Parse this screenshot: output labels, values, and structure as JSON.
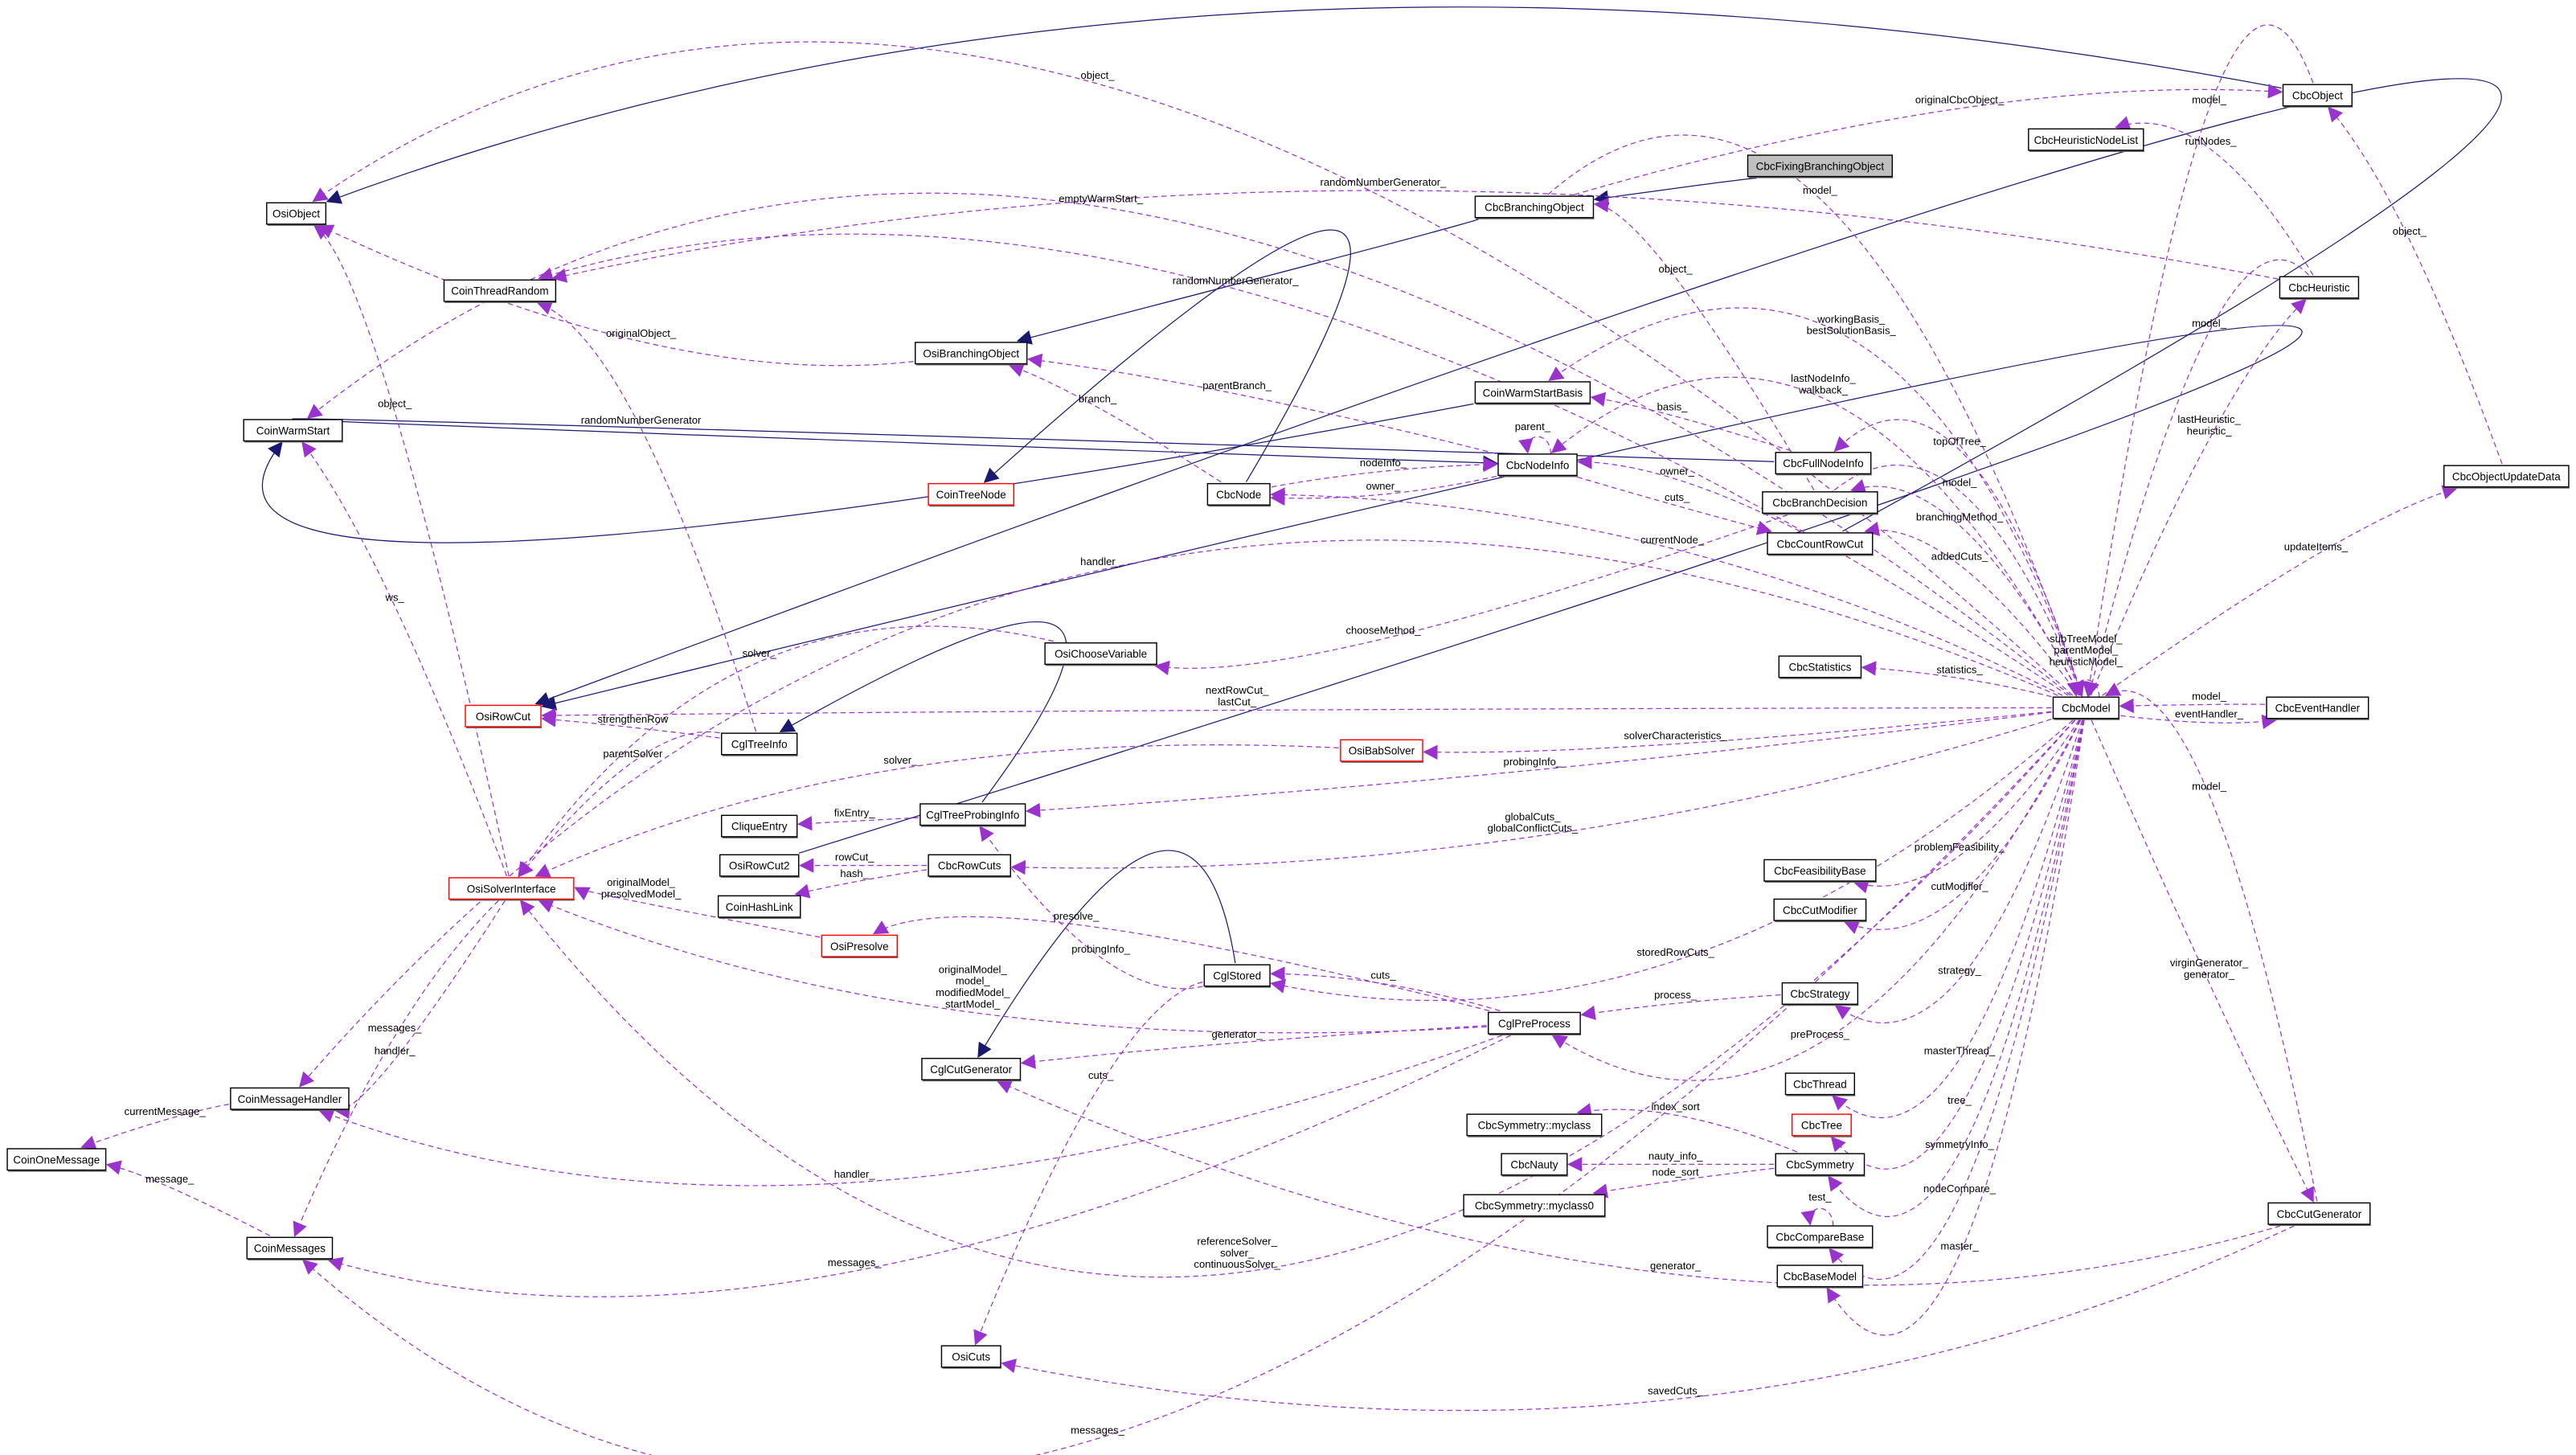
{
  "title": "CbcFixingBranchingObject collaboration diagram",
  "colors": {
    "usage_edge": "#9a32cd",
    "inheritance_edge": "#191970",
    "current_class_fill": "#bfbfbf",
    "incomplete_class_border": "#ff0000"
  },
  "nodes": [
    {
      "id": "OsiObject",
      "label": "OsiObject"
    },
    {
      "id": "CoinThreadRandom",
      "label": "CoinThreadRandom"
    },
    {
      "id": "CoinWarmStart",
      "label": "CoinWarmStart"
    },
    {
      "id": "OsiRowCut",
      "label": "OsiRowCut",
      "incomplete": true
    },
    {
      "id": "OsiSolverInterface",
      "label": "OsiSolverInterface",
      "incomplete": true
    },
    {
      "id": "CoinMessageHandler",
      "label": "CoinMessageHandler"
    },
    {
      "id": "CoinOneMessage",
      "label": "CoinOneMessage"
    },
    {
      "id": "CoinMessages",
      "label": "CoinMessages"
    },
    {
      "id": "OsiBranchingObject",
      "label": "OsiBranchingObject"
    },
    {
      "id": "CbcBranchingObject",
      "label": "CbcBranchingObject"
    },
    {
      "id": "CbcFixingBranchingObject",
      "label": "CbcFixingBranchingObject",
      "current": true
    },
    {
      "id": "CbcObject",
      "label": "CbcObject"
    },
    {
      "id": "CbcHeuristicNodeList",
      "label": "CbcHeuristicNodeList"
    },
    {
      "id": "CbcHeuristic",
      "label": "CbcHeuristic"
    },
    {
      "id": "CbcObjectUpdateData",
      "label": "CbcObjectUpdateData"
    },
    {
      "id": "CoinWarmStartBasis",
      "label": "CoinWarmStartBasis"
    },
    {
      "id": "CbcNodeInfo",
      "label": "CbcNodeInfo"
    },
    {
      "id": "CbcFullNodeInfo",
      "label": "CbcFullNodeInfo"
    },
    {
      "id": "CbcBranchDecision",
      "label": "CbcBranchDecision"
    },
    {
      "id": "CbcCountRowCut",
      "label": "CbcCountRowCut"
    },
    {
      "id": "CoinTreeNode",
      "label": "CoinTreeNode",
      "incomplete": true
    },
    {
      "id": "CbcNode",
      "label": "CbcNode"
    },
    {
      "id": "OsiChooseVariable",
      "label": "OsiChooseVariable"
    },
    {
      "id": "CbcStatistics",
      "label": "CbcStatistics"
    },
    {
      "id": "CbcModel",
      "label": "CbcModel"
    },
    {
      "id": "CbcEventHandler",
      "label": "CbcEventHandler"
    },
    {
      "id": "OsiBabSolver",
      "label": "OsiBabSolver",
      "incomplete": true
    },
    {
      "id": "CglTreeInfo",
      "label": "CglTreeInfo"
    },
    {
      "id": "CglTreeProbingInfo",
      "label": "CglTreeProbingInfo"
    },
    {
      "id": "CliqueEntry",
      "label": "CliqueEntry"
    },
    {
      "id": "OsiRowCut2",
      "label": "OsiRowCut2"
    },
    {
      "id": "CbcRowCuts",
      "label": "CbcRowCuts"
    },
    {
      "id": "CoinHashLink",
      "label": "CoinHashLink"
    },
    {
      "id": "OsiPresolve",
      "label": "OsiPresolve",
      "incomplete": true
    },
    {
      "id": "CbcFeasibilityBase",
      "label": "CbcFeasibilityBase"
    },
    {
      "id": "CbcCutModifier",
      "label": "CbcCutModifier"
    },
    {
      "id": "CglStored",
      "label": "CglStored"
    },
    {
      "id": "CbcStrategy",
      "label": "CbcStrategy"
    },
    {
      "id": "CglPreProcess",
      "label": "CglPreProcess"
    },
    {
      "id": "CglCutGenerator",
      "label": "CglCutGenerator"
    },
    {
      "id": "CbcThread",
      "label": "CbcThread"
    },
    {
      "id": "CbcTree",
      "label": "CbcTree",
      "incomplete": true
    },
    {
      "id": "CbcSymmetryMyclass",
      "label": "CbcSymmetry::myclass"
    },
    {
      "id": "CbcNauty",
      "label": "CbcNauty"
    },
    {
      "id": "CbcSymmetry",
      "label": "CbcSymmetry"
    },
    {
      "id": "CbcSymmetryMyclass0",
      "label": "CbcSymmetry::myclass0"
    },
    {
      "id": "CbcCompareBase",
      "label": "CbcCompareBase"
    },
    {
      "id": "CbcBaseModel",
      "label": "CbcBaseModel"
    },
    {
      "id": "CbcCutGenerator",
      "label": "CbcCutGenerator"
    },
    {
      "id": "OsiCuts",
      "label": "OsiCuts"
    }
  ],
  "edges": [
    {
      "from": "CbcObject",
      "to": "OsiObject",
      "kind": "inheritance",
      "label": []
    },
    {
      "from": "CbcFixingBranchingObject",
      "to": "CbcBranchingObject",
      "kind": "inheritance",
      "label": []
    },
    {
      "from": "CbcBranchingObject",
      "to": "OsiBranchingObject",
      "kind": "inheritance",
      "label": []
    },
    {
      "from": "CoinWarmStartBasis",
      "to": "CoinWarmStart",
      "kind": "inheritance",
      "label": []
    },
    {
      "from": "CbcFullNodeInfo",
      "to": "CbcNodeInfo",
      "kind": "inheritance",
      "label": []
    },
    {
      "from": "CbcNode",
      "to": "CoinTreeNode",
      "kind": "inheritance",
      "label": []
    },
    {
      "from": "CbcCountRowCut",
      "to": "OsiRowCut",
      "kind": "inheritance",
      "label": []
    },
    {
      "from": "OsiRowCut2",
      "to": "OsiRowCut",
      "kind": "inheritance",
      "label": []
    },
    {
      "from": "CglTreeProbingInfo",
      "to": "CglTreeInfo",
      "kind": "inheritance",
      "label": []
    },
    {
      "from": "CglStored",
      "to": "CglCutGenerator",
      "kind": "inheritance",
      "label": []
    },
    {
      "from": "CbcModel",
      "to": "OsiObject",
      "kind": "usage",
      "label": [
        "object_"
      ]
    },
    {
      "from": "CbcBranchingObject",
      "to": "CbcObject",
      "kind": "usage",
      "label": [
        "originalCbcObject_"
      ]
    },
    {
      "from": "CbcObject",
      "to": "CbcModel",
      "kind": "usage",
      "label": [
        "model_"
      ]
    },
    {
      "from": "CbcHeuristic",
      "to": "CoinThreadRandom",
      "kind": "usage",
      "label": [
        "randomNumberGenerator_"
      ]
    },
    {
      "from": "CbcModel",
      "to": "CoinWarmStart",
      "kind": "usage",
      "label": [
        "emptyWarmStart_"
      ]
    },
    {
      "from": "CbcBranchingObject",
      "to": "CbcModel",
      "kind": "usage",
      "label": [
        "model_"
      ]
    },
    {
      "from": "CbcHeuristic",
      "to": "CbcHeuristicNodeList",
      "kind": "usage",
      "label": [
        "runNodes_"
      ]
    },
    {
      "from": "CbcBranchDecision",
      "to": "CbcBranchingObject",
      "kind": "usage",
      "label": [
        "object_"
      ]
    },
    {
      "from": "CbcModel",
      "to": "CoinThreadRandom",
      "kind": "usage",
      "label": [
        "randomNumberGenerator_"
      ]
    },
    {
      "from": "CbcHeuristic",
      "to": "CbcModel",
      "kind": "usage",
      "label": [
        "model_"
      ]
    },
    {
      "from": "OsiBranchingObject",
      "to": "OsiObject",
      "kind": "usage",
      "label": [
        "originalObject_"
      ]
    },
    {
      "from": "CbcModel",
      "to": "CoinWarmStartBasis",
      "kind": "usage",
      "label": [
        "workingBasis_",
        "bestSolutionBasis_"
      ]
    },
    {
      "from": "CbcModel",
      "to": "CbcNodeInfo",
      "kind": "usage",
      "label": [
        "lastNodeInfo_",
        "walkback_"
      ]
    },
    {
      "from": "CbcFullNodeInfo",
      "to": "CoinWarmStartBasis",
      "kind": "usage",
      "label": [
        "basis_"
      ]
    },
    {
      "from": "CbcNodeInfo",
      "to": "CbcNodeInfo",
      "kind": "usage",
      "label": [
        "parent_"
      ]
    },
    {
      "from": "CbcNodeInfo",
      "to": "OsiBranchingObject",
      "kind": "usage",
      "label": [
        "parentBranch_"
      ]
    },
    {
      "from": "CbcNode",
      "to": "OsiBranchingObject",
      "kind": "usage",
      "label": [
        "branch_"
      ]
    },
    {
      "from": "CbcModel",
      "to": "CbcFullNodeInfo",
      "kind": "usage",
      "label": [
        "topOfTree_"
      ]
    },
    {
      "from": "CbcModel",
      "to": "CbcHeuristic",
      "kind": "usage",
      "label": [
        "lastHeuristic_",
        "heuristic_"
      ]
    },
    {
      "from": "CbcNode",
      "to": "CbcNodeInfo",
      "kind": "usage",
      "label": [
        "nodeInfo_"
      ]
    },
    {
      "from": "CbcNodeInfo",
      "to": "CbcNode",
      "kind": "usage",
      "label": [
        "owner_"
      ]
    },
    {
      "from": "CbcCountRowCut",
      "to": "CbcNodeInfo",
      "kind": "usage",
      "label": [
        "owner_"
      ]
    },
    {
      "from": "CbcNodeInfo",
      "to": "CbcCountRowCut",
      "kind": "usage",
      "label": [
        "cuts_"
      ]
    },
    {
      "from": "CbcBranchDecision",
      "to": "CbcModel",
      "kind": "usage",
      "label": [
        "model_"
      ]
    },
    {
      "from": "CbcModel",
      "to": "CbcBranchDecision",
      "kind": "usage",
      "label": [
        "branchingMethod_"
      ]
    },
    {
      "from": "CbcModel",
      "to": "CbcNode",
      "kind": "usage",
      "label": [
        "currentNode_"
      ]
    },
    {
      "from": "CbcModel",
      "to": "CbcCountRowCut",
      "kind": "usage",
      "label": [
        "addedCuts_"
      ]
    },
    {
      "from": "CbcModel",
      "to": "CbcObjectUpdateData",
      "kind": "usage",
      "label": [
        "updateItems_"
      ]
    },
    {
      "from": "CbcModel",
      "to": "CoinMessageHandler",
      "kind": "usage",
      "label": [
        "handler_"
      ]
    },
    {
      "from": "CbcBranchDecision",
      "to": "OsiChooseVariable",
      "kind": "usage",
      "label": [
        "chooseMethod_"
      ]
    },
    {
      "from": "OsiChooseVariable",
      "to": "OsiSolverInterface",
      "kind": "usage",
      "label": [
        "solver_"
      ]
    },
    {
      "from": "CbcModel",
      "to": "CbcModel",
      "kind": "usage",
      "label": [
        "subTreeModel_",
        "parentModel_",
        "heuristicModel_"
      ]
    },
    {
      "from": "CbcModel",
      "to": "CbcStatistics",
      "kind": "usage",
      "label": [
        "statistics_"
      ]
    },
    {
      "from": "CbcEventHandler",
      "to": "CbcModel",
      "kind": "usage",
      "label": [
        "model_"
      ]
    },
    {
      "from": "CbcModel",
      "to": "CbcEventHandler",
      "kind": "usage",
      "label": [
        "eventHandler_"
      ]
    },
    {
      "from": "CbcModel",
      "to": "OsiRowCut",
      "kind": "usage",
      "label": [
        "nextRowCut_",
        "lastCut_"
      ]
    },
    {
      "from": "CglTreeInfo",
      "to": "OsiRowCut",
      "kind": "usage",
      "label": [
        "strengthenRow"
      ]
    },
    {
      "from": "CbcModel",
      "to": "OsiBabSolver",
      "kind": "usage",
      "label": [
        "solverCharacteristics_"
      ]
    },
    {
      "from": "OsiBabSolver",
      "to": "OsiSolverInterface",
      "kind": "usage",
      "label": [
        "solver_"
      ]
    },
    {
      "from": "CglTreeInfo",
      "to": "OsiSolverInterface",
      "kind": "usage",
      "label": [
        "parentSolver"
      ]
    },
    {
      "from": "CglTreeInfo",
      "to": "CoinThreadRandom",
      "kind": "usage",
      "label": [
        "randomNumberGenerator"
      ]
    },
    {
      "from": "CbcModel",
      "to": "CglTreeProbingInfo",
      "kind": "usage",
      "label": [
        "probingInfo_"
      ]
    },
    {
      "from": "CglTreeProbingInfo",
      "to": "CliqueEntry",
      "kind": "usage",
      "label": [
        "fixEntry_"
      ]
    },
    {
      "from": "CbcModel",
      "to": "CbcRowCuts",
      "kind": "usage",
      "label": [
        "globalCuts_",
        "globalConflictCuts_"
      ]
    },
    {
      "from": "CbcRowCuts",
      "to": "OsiRowCut2",
      "kind": "usage",
      "label": [
        "rowCut_"
      ]
    },
    {
      "from": "CbcRowCuts",
      "to": "CoinHashLink",
      "kind": "usage",
      "label": [
        "hash_"
      ]
    },
    {
      "from": "OsiPresolve",
      "to": "OsiSolverInterface",
      "kind": "usage",
      "label": [
        "originalModel_",
        "presolvedModel_"
      ]
    },
    {
      "from": "CbcModel",
      "to": "CbcFeasibilityBase",
      "kind": "usage",
      "label": [
        "problemFeasibility_"
      ]
    },
    {
      "from": "CbcModel",
      "to": "CbcCutModifier",
      "kind": "usage",
      "label": [
        "cutModifier_"
      ]
    },
    {
      "from": "CglPreProcess",
      "to": "OsiPresolve",
      "kind": "usage",
      "label": [
        "presolve_"
      ]
    },
    {
      "from": "CglStored",
      "to": "CglTreeProbingInfo",
      "kind": "usage",
      "label": [
        "probingInfo_"
      ]
    },
    {
      "from": "CbcModel",
      "to": "CglStored",
      "kind": "usage",
      "label": [
        "storedRowCuts_"
      ]
    },
    {
      "from": "CglPreProcess",
      "to": "CglStored",
      "kind": "usage",
      "label": [
        "cuts_"
      ]
    },
    {
      "from": "CglPreProcess",
      "to": "OsiSolverInterface",
      "kind": "usage",
      "label": [
        "originalModel_",
        "model_",
        "modifiedModel_",
        "startModel_"
      ]
    },
    {
      "from": "CbcStrategy",
      "to": "CglPreProcess",
      "kind": "usage",
      "label": [
        "process_"
      ]
    },
    {
      "from": "CbcModel",
      "to": "CbcStrategy",
      "kind": "usage",
      "label": [
        "strategy_"
      ]
    },
    {
      "from": "CglPreProcess",
      "to": "CglCutGenerator",
      "kind": "usage",
      "label": [
        "generator_"
      ]
    },
    {
      "from": "CbcModel",
      "to": "CglPreProcess",
      "kind": "usage",
      "label": [
        "preProcess_"
      ]
    },
    {
      "from": "CbcModel",
      "to": "CbcThread",
      "kind": "usage",
      "label": [
        "masterThread_"
      ]
    },
    {
      "from": "OsiSolverInterface",
      "to": "CoinMessageHandler",
      "kind": "usage",
      "label": [
        "handler_"
      ]
    },
    {
      "from": "OsiSolverInterface",
      "to": "CoinMessages",
      "kind": "usage",
      "label": [
        "messages_"
      ]
    },
    {
      "from": "CoinMessageHandler",
      "to": "CoinOneMessage",
      "kind": "usage",
      "label": [
        "currentMessage_"
      ]
    },
    {
      "from": "CglStored",
      "to": "OsiCuts",
      "kind": "usage",
      "label": [
        "cuts_"
      ]
    },
    {
      "from": "CbcModel",
      "to": "CbcTree",
      "kind": "usage",
      "label": [
        "tree_"
      ]
    },
    {
      "from": "CbcSymmetry",
      "to": "CbcSymmetryMyclass",
      "kind": "usage",
      "label": [
        "index_sort"
      ]
    },
    {
      "from": "CbcSymmetry",
      "to": "CbcNauty",
      "kind": "usage",
      "label": [
        "nauty_info_"
      ]
    },
    {
      "from": "CbcSymmetry",
      "to": "CbcSymmetryMyclass0",
      "kind": "usage",
      "label": [
        "node_sort"
      ]
    },
    {
      "from": "CbcModel",
      "to": "CbcSymmetry",
      "kind": "usage",
      "label": [
        "symmetryInfo_"
      ]
    },
    {
      "from": "CglPreProcess",
      "to": "CoinMessageHandler",
      "kind": "usage",
      "label": [
        "handler_"
      ]
    },
    {
      "from": "CbcCompareBase",
      "to": "CbcCompareBase",
      "kind": "usage",
      "label": [
        "test_"
      ]
    },
    {
      "from": "CoinMessages",
      "to": "CoinOneMessage",
      "kind": "usage",
      "label": [
        "message_"
      ]
    },
    {
      "from": "CbcModel",
      "to": "CbcCompareBase",
      "kind": "usage",
      "label": [
        "nodeCompare_"
      ]
    },
    {
      "from": "CbcModel",
      "to": "OsiSolverInterface",
      "kind": "usage",
      "label": [
        "referenceSolver_",
        "solver_",
        "continuousSolver_"
      ]
    },
    {
      "from": "CglPreProcess",
      "to": "CoinMessages",
      "kind": "usage",
      "label": [
        "messages_"
      ]
    },
    {
      "from": "CbcCutGenerator",
      "to": "CglCutGenerator",
      "kind": "usage",
      "label": [
        "generator_"
      ]
    },
    {
      "from": "CbcModel",
      "to": "CbcBaseModel",
      "kind": "usage",
      "label": [
        "master_"
      ]
    },
    {
      "from": "CbcModel",
      "to": "CbcCutGenerator",
      "kind": "usage",
      "label": [
        "virginGenerator_",
        "generator_"
      ]
    },
    {
      "from": "CbcCutGenerator",
      "to": "CbcModel",
      "kind": "usage",
      "label": [
        "model_"
      ]
    },
    {
      "from": "CbcCutGenerator",
      "to": "OsiCuts",
      "kind": "usage",
      "label": [
        "savedCuts_"
      ]
    },
    {
      "from": "CbcModel",
      "to": "CoinMessages",
      "kind": "usage",
      "label": [
        "messages_"
      ]
    },
    {
      "from": "CbcObjectUpdateData",
      "to": "CbcObject",
      "kind": "usage",
      "label": [
        "object_"
      ]
    },
    {
      "from": "OsiSolverInterface",
      "to": "OsiObject",
      "kind": "usage",
      "label": [
        "object_"
      ]
    },
    {
      "from": "OsiSolverInterface",
      "to": "CoinWarmStart",
      "kind": "usage",
      "label": [
        "ws_"
      ]
    }
  ]
}
